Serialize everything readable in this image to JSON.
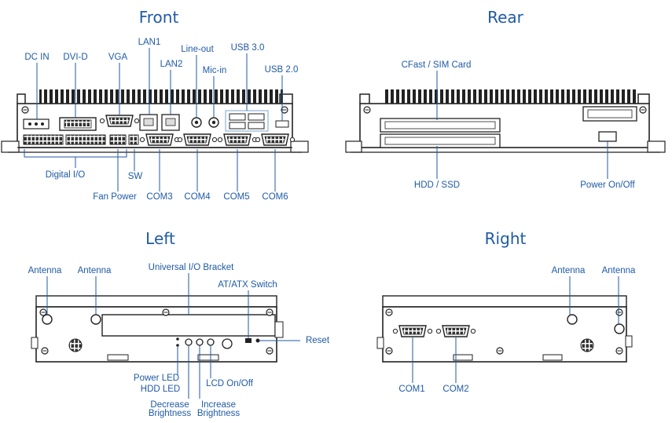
{
  "views": {
    "front": "Front",
    "rear": "Rear",
    "left": "Left",
    "right": "Right"
  },
  "front_labels": {
    "dc_in": "DC IN",
    "dvi_d": "DVI-D",
    "vga": "VGA",
    "lan1": "LAN1",
    "lan2": "LAN2",
    "line_out": "Line-out",
    "mic_in": "Mic-in",
    "usb3": "USB 3.0",
    "usb2": "USB 2.0",
    "digital_io": "Digital I/O",
    "sw": "SW",
    "fan_power": "Fan Power",
    "com3": "COM3",
    "com4": "COM4",
    "com5": "COM5",
    "com6": "COM6"
  },
  "rear_labels": {
    "cfast": "CFast / SIM Card",
    "hdd": "HDD / SSD",
    "power": "Power On/Off"
  },
  "left_labels": {
    "antenna1": "Antenna",
    "antenna2": "Antenna",
    "bracket": "Universal I/O Bracket",
    "atatx": "AT/ATX Switch",
    "reset": "Reset",
    "power_led": "Power LED",
    "hdd_led": "HDD LED",
    "lcd": "LCD On/Off",
    "decrease_1": "Decrease",
    "decrease_2": "Brightness",
    "increase_1": "Increase",
    "increase_2": "Brightness"
  },
  "right_labels": {
    "antenna1": "Antenna",
    "antenna2": "Antenna",
    "com1": "COM1",
    "com2": "COM2"
  },
  "colors": {
    "label": "#1f5aa6",
    "line": "#1f5aa6",
    "drawing": "#1a1a1a",
    "highlight": "#8fb5d8"
  }
}
